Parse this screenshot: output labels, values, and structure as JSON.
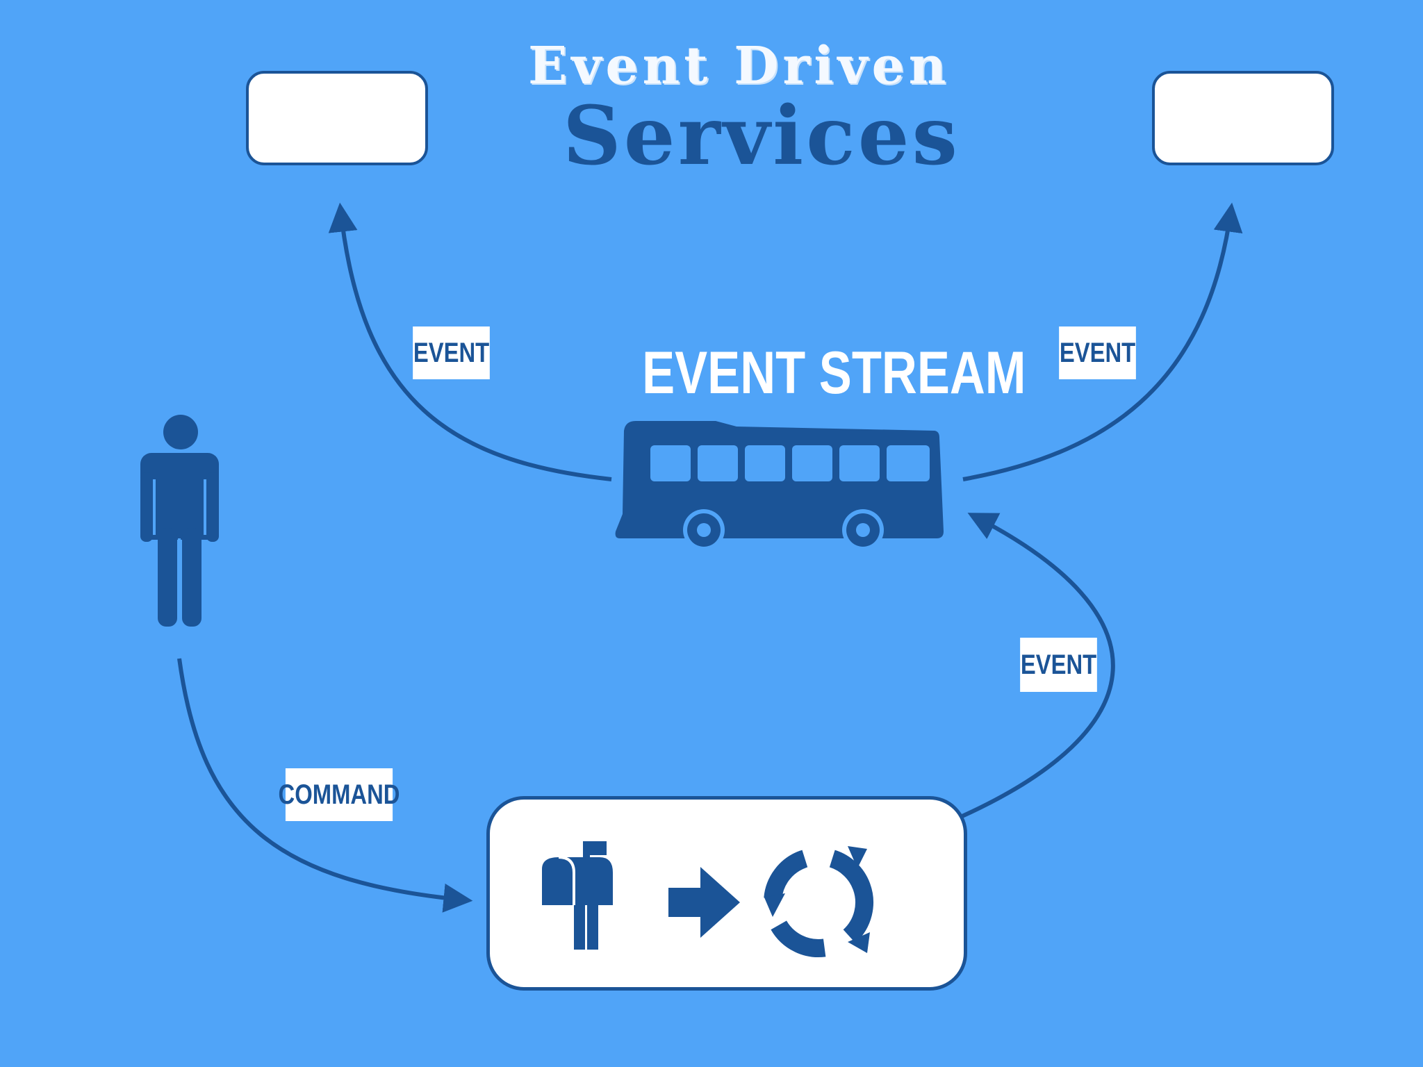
{
  "title": {
    "line1": "Event Driven",
    "line2": "Services"
  },
  "event_stream": {
    "label": "EVENT STREAM",
    "icon": "bus-icon"
  },
  "edge_labels": {
    "event_left": "EVENT",
    "event_right": "EVENT",
    "event_processor": "EVENT",
    "command": "COMMAND"
  },
  "nodes": {
    "user_icon": "person-icon",
    "processor_icons": [
      "mailbox-icon",
      "arrow-right-icon",
      "cycle-icon"
    ]
  },
  "colors": {
    "background": "#50a4f8",
    "accent": "#1b5497",
    "box_fill": "#ffffff"
  }
}
